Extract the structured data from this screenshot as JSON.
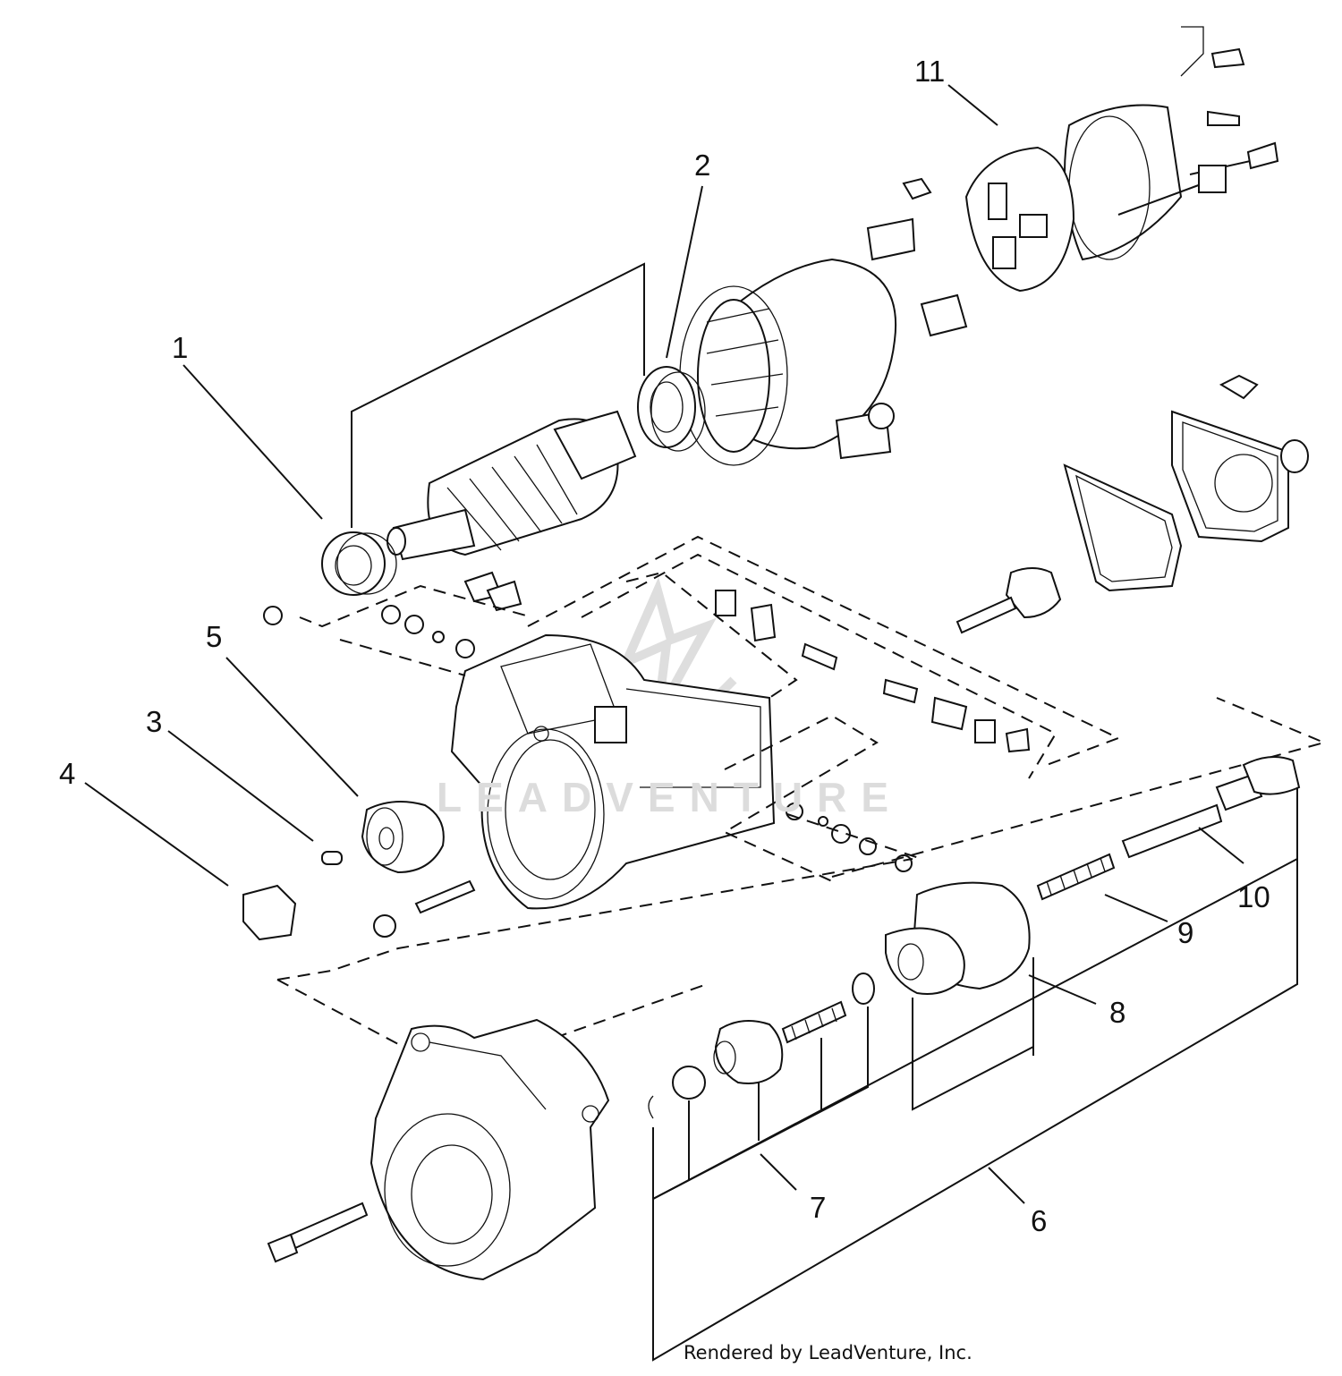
{
  "callouts": {
    "c1": "1",
    "c2": "2",
    "c3": "3",
    "c4": "4",
    "c5": "5",
    "c6": "6",
    "c7": "7",
    "c8": "8",
    "c9": "9",
    "c10": "10",
    "c11": "11"
  },
  "watermark": "LEADVENTURE",
  "credit": "Rendered by LeadVenture, Inc."
}
